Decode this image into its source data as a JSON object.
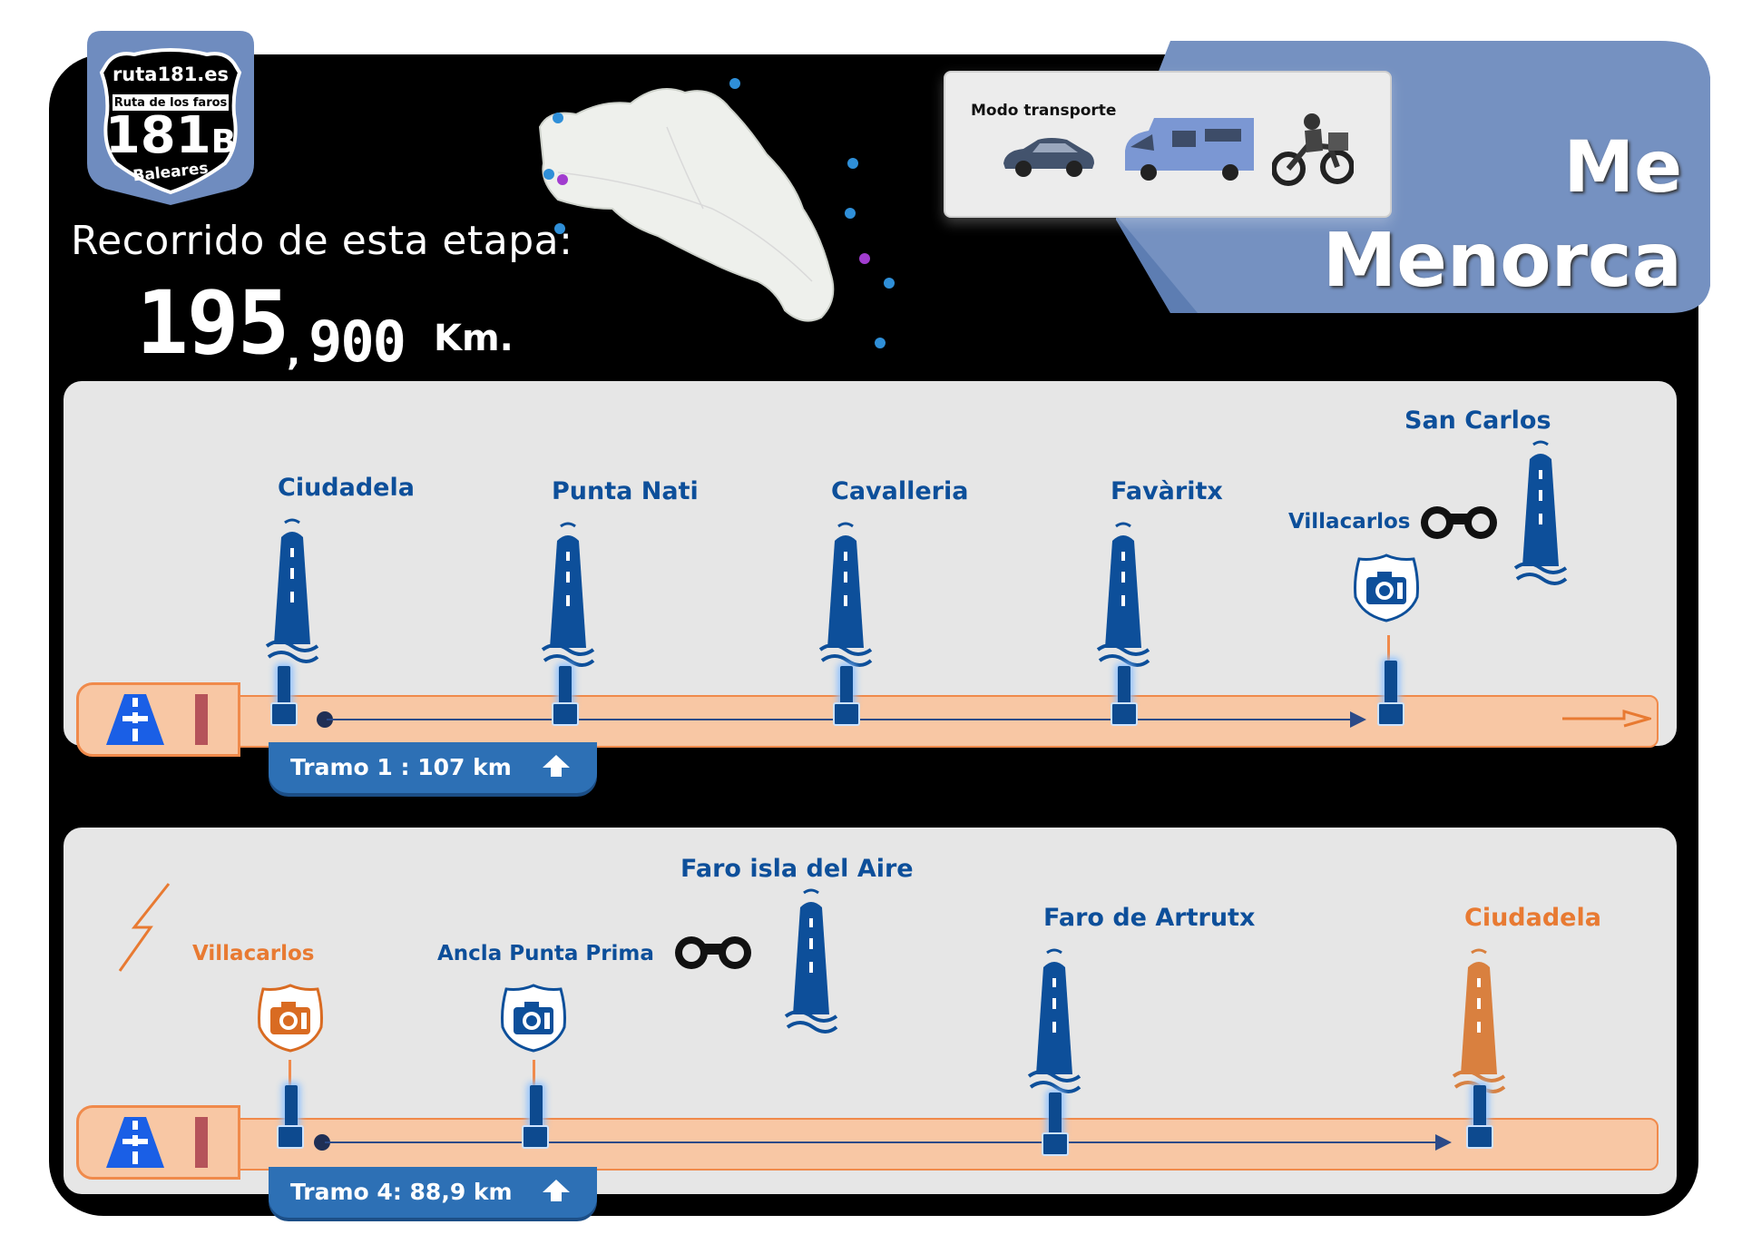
{
  "logo": {
    "site": "ruta181.es",
    "subtitle": "Ruta de los faros",
    "number": "181",
    "letter": "B",
    "region": "Baleares"
  },
  "stage": {
    "recorrido_label": "Recorrido de esta etapa:",
    "km_integer": "195",
    "km_decimal": "900",
    "km_unit": "Km."
  },
  "island": {
    "title_abbrev": "Me",
    "title": "Menorca"
  },
  "transport": {
    "label": "Modo transporte",
    "modes": [
      "car-icon",
      "campervan-icon",
      "motorcycle-icon"
    ]
  },
  "tramo1": {
    "label": "Tramo 1 : 107 km",
    "stops": [
      {
        "name": "Ciudadela",
        "type": "lighthouse"
      },
      {
        "name": "Punta Nati",
        "type": "lighthouse"
      },
      {
        "name": "Cavalleria",
        "type": "lighthouse"
      },
      {
        "name": "Favàritx",
        "type": "lighthouse"
      },
      {
        "name": "Villacarlos",
        "type": "photo"
      },
      {
        "name": "San Carlos",
        "type": "lighthouse-viewpoint"
      }
    ]
  },
  "tramo4": {
    "label": "Tramo 4: 88,9 km",
    "stops": [
      {
        "name": "Villacarlos",
        "type": "photo-orange"
      },
      {
        "name": "Ancla Punta Prima",
        "type": "photo"
      },
      {
        "name": "Faro isla del Aire",
        "type": "lighthouse-viewpoint"
      },
      {
        "name": "Faro de Artrutx",
        "type": "lighthouse"
      },
      {
        "name": "Ciudadela",
        "type": "lighthouse-orange"
      }
    ]
  },
  "colors": {
    "blue": "#0d4f9a",
    "orange": "#e87a32",
    "panel": "#e6e6e6",
    "track": "#f8c7a4",
    "tab": "#2d70b5"
  }
}
